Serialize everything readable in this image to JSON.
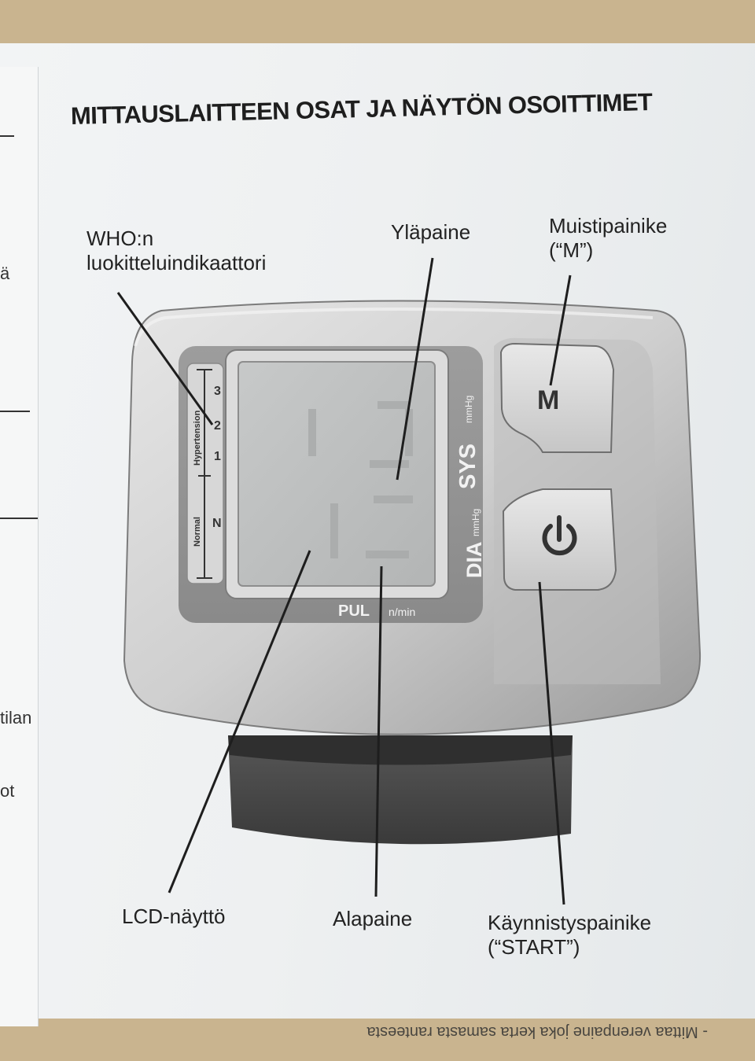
{
  "document": {
    "title": "MITTAUSLAITTEEN OSAT JA NÄYTÖN OSOITTIMET",
    "labels": {
      "who_indicator_line1": "WHO:n",
      "who_indicator_line2": "luokitteluindikaattori",
      "systolic": "Yläpaine",
      "memory_line1": "Muistipainike",
      "memory_line2": "(“M”)",
      "lcd": "LCD-näyttö",
      "diastolic": "Alapaine",
      "start_line1": "Käynnistyspainike",
      "start_line2": "(“START”)"
    }
  },
  "device": {
    "scale_numbers": [
      "3",
      "2",
      "1",
      "N"
    ],
    "scale_labels": {
      "hypertension": "Hypertension",
      "normal": "Normal"
    },
    "sys_label": "SYS",
    "dia_label": "DIA",
    "mmhg": "mmHg",
    "pul_label": "PUL",
    "pul_unit": "n/min",
    "memory_button": "M"
  },
  "left_page_fragments": [
    "ä",
    "tilan",
    "ot"
  ],
  "bottom_strip_text": "- Mittaa verenpaine joka kerta samasta ranteesta"
}
